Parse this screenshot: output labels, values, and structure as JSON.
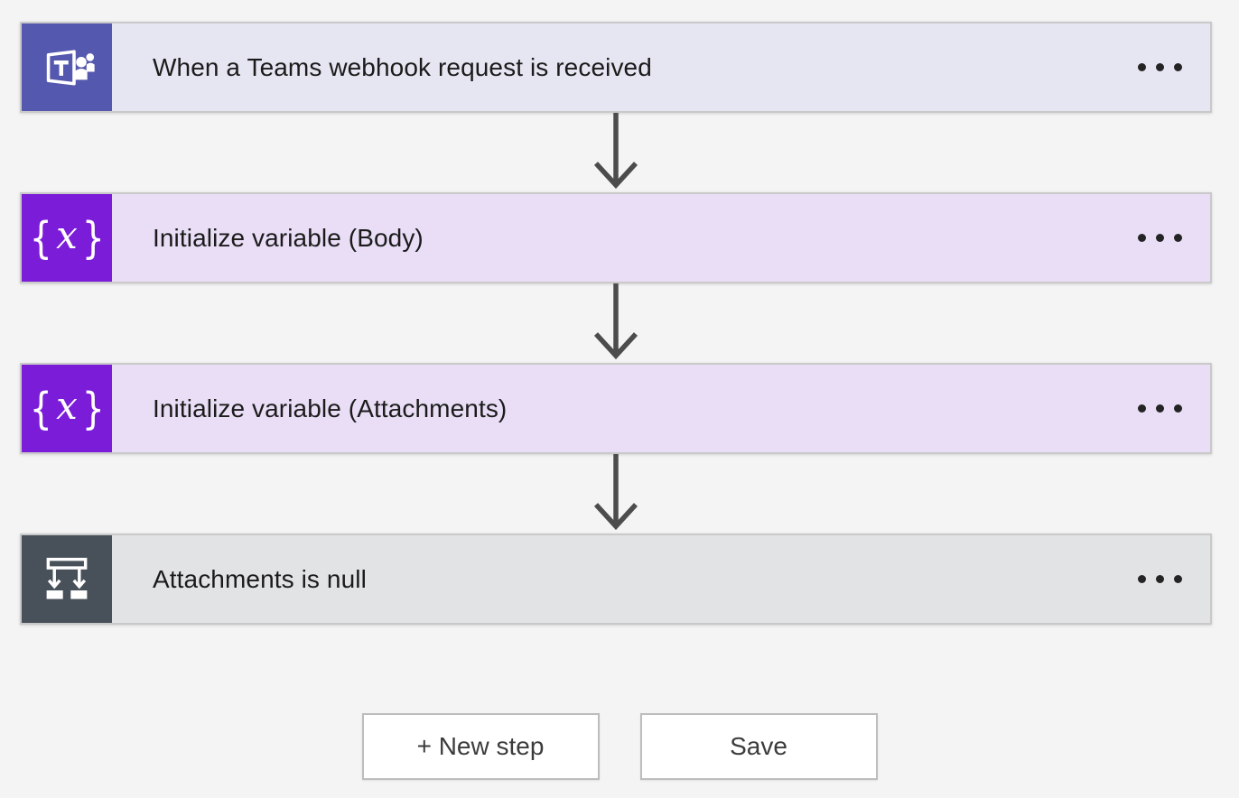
{
  "steps": [
    {
      "title": "When a Teams webhook request is received",
      "icon": "teams-icon"
    },
    {
      "title": "Initialize variable (Body)",
      "icon": "variable-icon"
    },
    {
      "title": "Initialize variable (Attachments)",
      "icon": "variable-icon"
    },
    {
      "title": "Attachments is null",
      "icon": "condition-icon"
    }
  ],
  "icons": {
    "variable_glyph_open": "{",
    "variable_glyph_x": "x",
    "variable_glyph_close": "}"
  },
  "footer": {
    "new_step_label": "+ New step",
    "save_label": "Save"
  },
  "colors": {
    "canvas_bg": "#f4f4f4",
    "card_border": "#c9c9c9",
    "teams_icon_bg": "#5558af",
    "teams_card_bg": "#e6e5f2",
    "variable_icon_bg": "#7b1dd8",
    "variable_card_bg": "#e9def6",
    "condition_icon_bg": "#48505a",
    "condition_card_bg": "#e2e3e5",
    "title_text": "#1b1b1b",
    "arrow": "#4c4c4c",
    "button_text": "#3c3c3c",
    "button_border": "#bdbdbd"
  }
}
